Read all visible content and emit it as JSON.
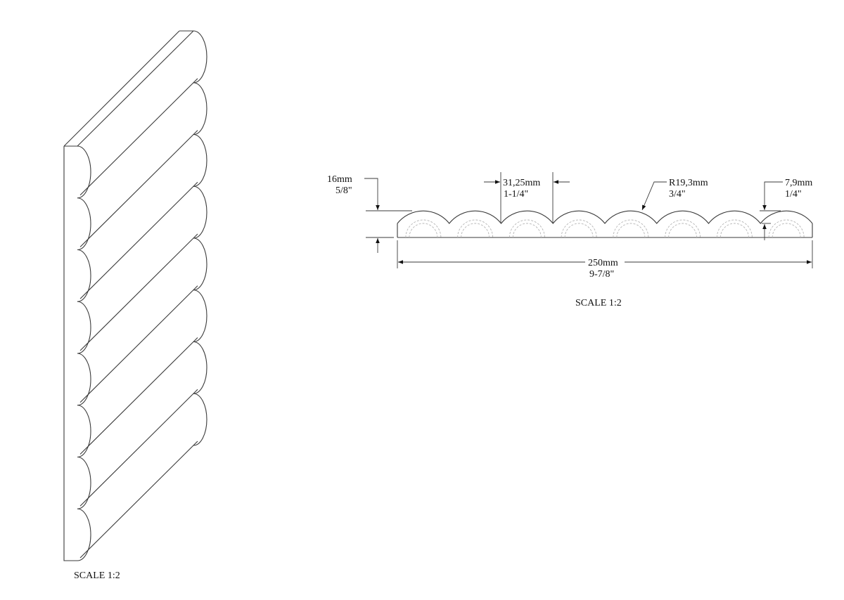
{
  "isometric_view": {
    "scale_label": "SCALE  1:2",
    "bump_count": 8
  },
  "profile_view": {
    "scale_label": "SCALE  1:2",
    "bump_count": 8,
    "dimensions": {
      "height": {
        "mm": "16mm",
        "inch": "5/8\""
      },
      "pitch": {
        "mm": "31,25mm",
        "inch": "1-1/4\""
      },
      "radius": {
        "mm": "R19,3mm",
        "inch": "3/4\""
      },
      "depth": {
        "mm": "7,9mm",
        "inch": "1/4\""
      },
      "width": {
        "mm": "250mm",
        "inch": "9-7/8\""
      }
    }
  }
}
